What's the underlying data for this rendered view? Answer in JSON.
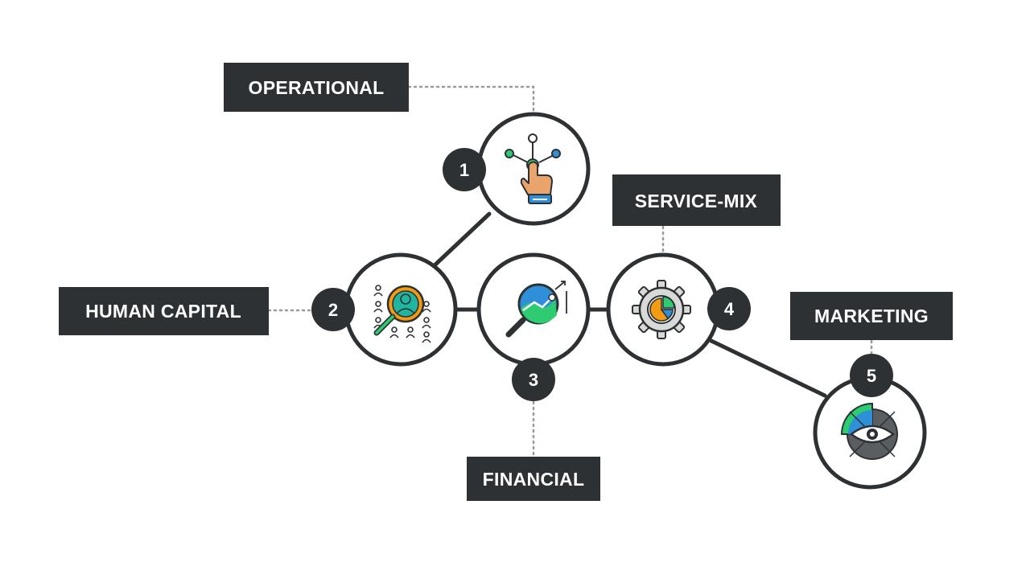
{
  "colors": {
    "dark": "#2e3133",
    "accent_blue": "#2f8fd8",
    "accent_green": "#2ecc71",
    "accent_orange": "#f39c12",
    "accent_teal": "#1fb5a0",
    "skin": "#e9a36b",
    "gear_gray": "#d9d9d9"
  },
  "steps": [
    {
      "number": "1",
      "label": "OPERATIONAL",
      "icon": "hand-tap-network-icon"
    },
    {
      "number": "2",
      "label": "HUMAN CAPITAL",
      "icon": "people-search-icon"
    },
    {
      "number": "3",
      "label": "FINANCIAL",
      "icon": "magnifier-chart-icon"
    },
    {
      "number": "4",
      "label": "SERVICE-MIX",
      "icon": "gear-pie-chart-icon"
    },
    {
      "number": "5",
      "label": "MARKETING",
      "icon": "eye-radar-icon"
    }
  ]
}
